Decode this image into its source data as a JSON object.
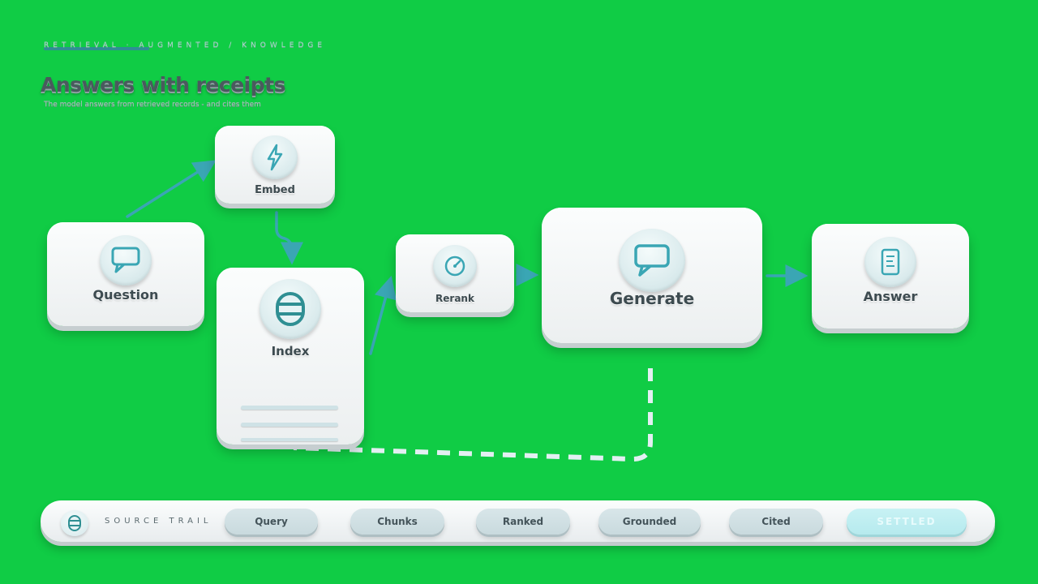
{
  "header": {
    "eyebrow": "RETRIEVAL · AUGMENTED / KNOWLEDGE",
    "title": "Answers with receipts",
    "subtitle": "The model answers from retrieved records - and cites them"
  },
  "nodes": {
    "question": {
      "label": "Question",
      "icon": "chat-bubble-icon"
    },
    "embed": {
      "label": "Embed",
      "icon": "lightning-icon"
    },
    "index": {
      "label": "Index",
      "icon": "database-icon"
    },
    "rerank": {
      "label": "Rerank",
      "icon": "gauge-icon"
    },
    "generate": {
      "label": "Generate",
      "icon": "chat-bubble-icon"
    },
    "answer": {
      "label": "Answer",
      "icon": "document-icon"
    }
  },
  "trail": {
    "label": "SOURCE TRAIL",
    "icon": "database-icon",
    "steps": [
      "Query",
      "Chunks",
      "Ranked",
      "Grounded",
      "Cited",
      "SETTLED"
    ]
  },
  "colors": {
    "background": "#10cc45",
    "card": "#f4f6f7",
    "accent": "#3aa6b4",
    "accent_dark": "#2f8f93",
    "text": "#3d4b50",
    "settled": "#c8f2f4"
  }
}
